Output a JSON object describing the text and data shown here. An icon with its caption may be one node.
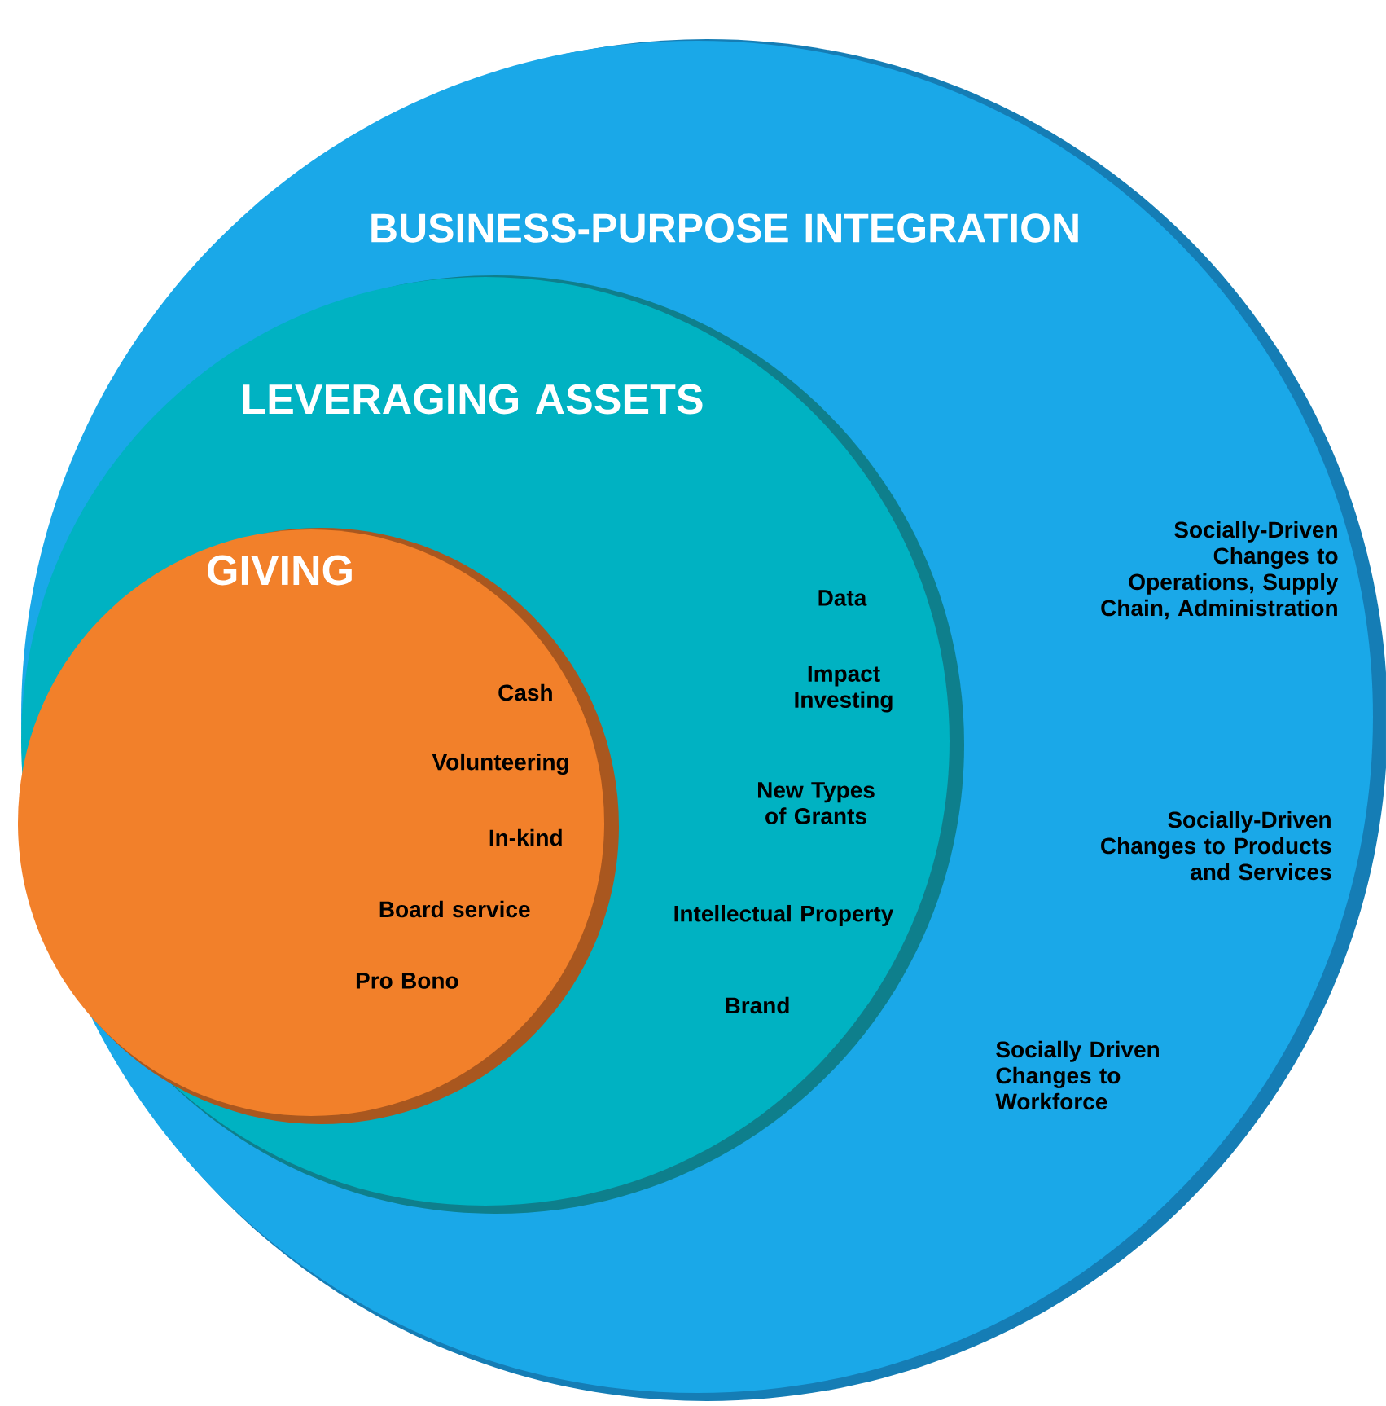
{
  "diagram": {
    "nodes": [
      {
        "text": [
          "BUSINESS-PURPOSE INTEGRATION",
          "Socially-Driven Changes to Operations, Supply Chain, Administration",
          "Socially-Driven Changes to Products and Services",
          "Socially Driven Changes to Workforce"
        ]
      },
      {
        "text": [
          "LEVERAGING ASSETS",
          "Data",
          "Impact Investing",
          "New Types of Grants",
          "Intellectual Property",
          "Brand"
        ],
        "in": 0
      },
      {
        "text": [
          "GIVING",
          "Cash",
          "Volunteering",
          "In-kind",
          "Board service",
          "Pro Bono"
        ],
        "in": 1
      }
    ]
  }
}
